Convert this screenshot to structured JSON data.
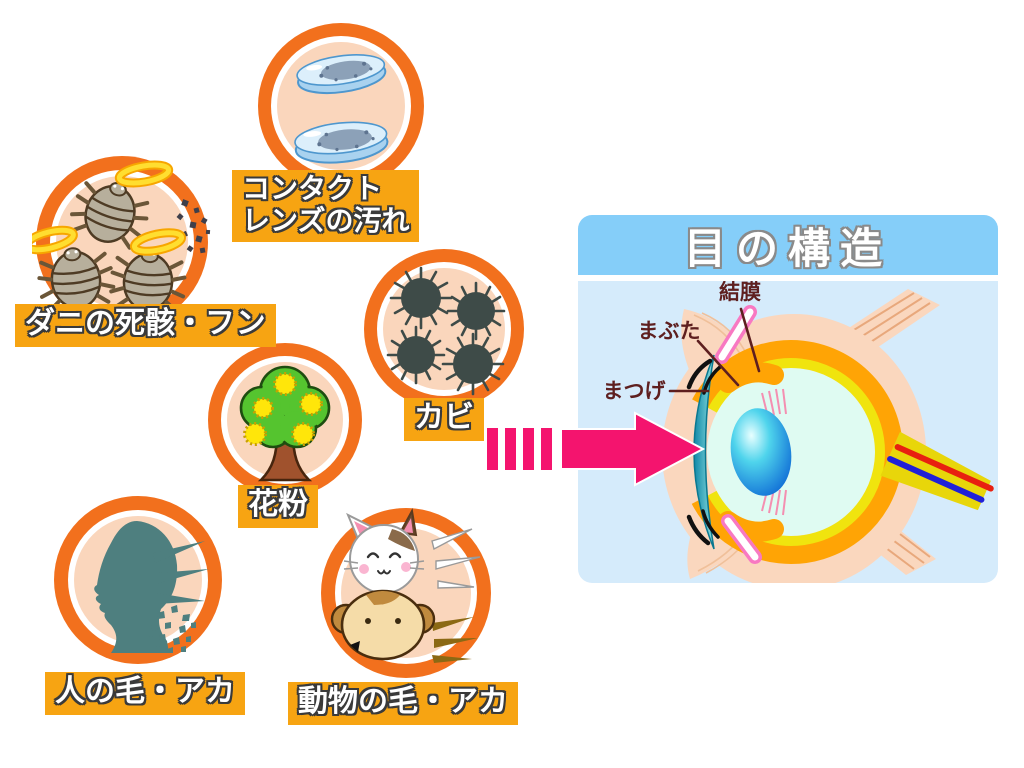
{
  "labels": {
    "contact_line1": "コンタクト",
    "contact_line2": "レンズの汚れ",
    "mites": "ダニの死骸・フン",
    "mold": "カビ",
    "pollen": "花粉",
    "human_hair": "人の毛・アカ",
    "animal_hair": "動物の毛・アカ"
  },
  "eye_panel": {
    "title": "目の構造",
    "annotations": {
      "conjunctiva": "結膜",
      "eyelid": "まぶた",
      "eyelashes": "まつげ"
    }
  },
  "colors": {
    "circle_ring": "#F2701D",
    "circle_fill": "#FAD6BC",
    "label_bg": "#F7A412",
    "arrow_pink": "#F4146E",
    "panel_header": "#85CEF9",
    "panel_body": "#D5EBFB",
    "annotation_text": "#5E1F1F"
  }
}
